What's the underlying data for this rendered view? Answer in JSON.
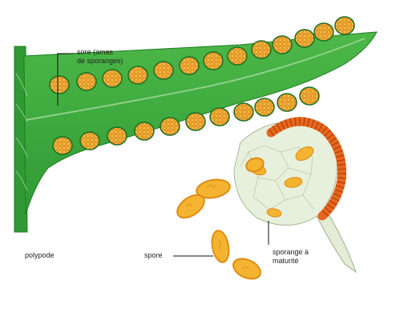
{
  "labels": {
    "sore_line1": "sore (amas",
    "sore_line2": "de sporanges)",
    "plant_name": "polypode",
    "spore": "spore",
    "sporange_line1": "sporange à",
    "sporange_line2": "maturité"
  },
  "colors": {
    "leaf": "#3aa63a",
    "leaf_dark": "#1f7a22",
    "vein": "#8fd08a",
    "sorus": "#f2a531",
    "sorus_dark": "#b86a10",
    "annulus": "#e8661c",
    "spore_fill": "#f4b431",
    "spore_edge": "#e08a14",
    "sporangium_body": "#e7f0dc",
    "pointer": "#111111"
  }
}
